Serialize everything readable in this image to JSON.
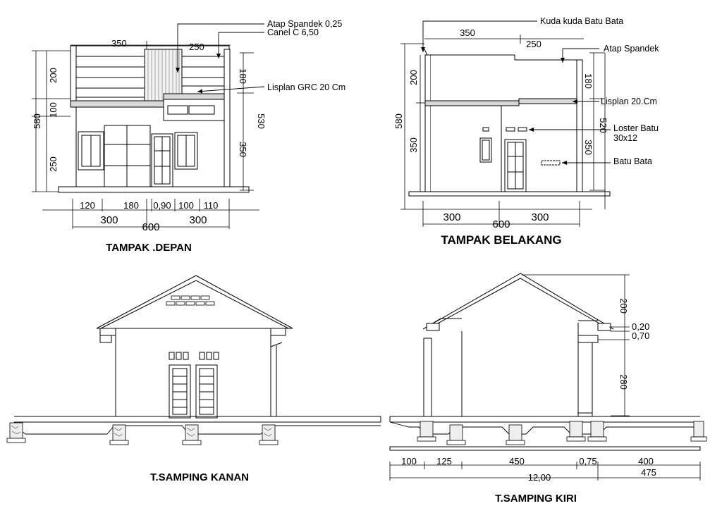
{
  "views": {
    "depan": {
      "title": "TAMPAK .DEPAN",
      "top_dims": [
        "350",
        "250"
      ],
      "left_dims": [
        "200",
        "100",
        "250"
      ],
      "total_height": "580",
      "right_dims": [
        "180",
        "350"
      ],
      "right_total": "530",
      "bottom_dims": [
        "120",
        "180",
        "0,90",
        "100",
        "110"
      ],
      "half_dims": [
        "300",
        "300"
      ],
      "total_width": "600",
      "notes": [
        "Atap Spandek 0,25",
        "Canel C 6,50",
        "Lisplan GRC 20 Cm"
      ]
    },
    "belakang": {
      "title": "TAMPAK BELAKANG",
      "top_dims": [
        "350",
        "250"
      ],
      "left_dims": [
        "200",
        "350"
      ],
      "total_height": "580",
      "right_dims": [
        "180",
        "350"
      ],
      "right_total": "520",
      "half_dims": [
        "300",
        "300"
      ],
      "total_width": "600",
      "notes": [
        "Kuda kuda Batu Bata",
        "Atap Spandek",
        "Lisplan 20.Cm",
        "Loster Batu",
        "30x12",
        "Batu Bata"
      ]
    },
    "kanan": {
      "title": "T.SAMPING KANAN"
    },
    "kiri": {
      "title": "T.SAMPING KIRI",
      "right_dims": [
        "200",
        "0,20",
        "0,70",
        "280"
      ],
      "bottom_dims": [
        "100",
        "125",
        "450",
        "0,75",
        "400"
      ],
      "sub_total": "475",
      "total_length": "12,00"
    }
  }
}
